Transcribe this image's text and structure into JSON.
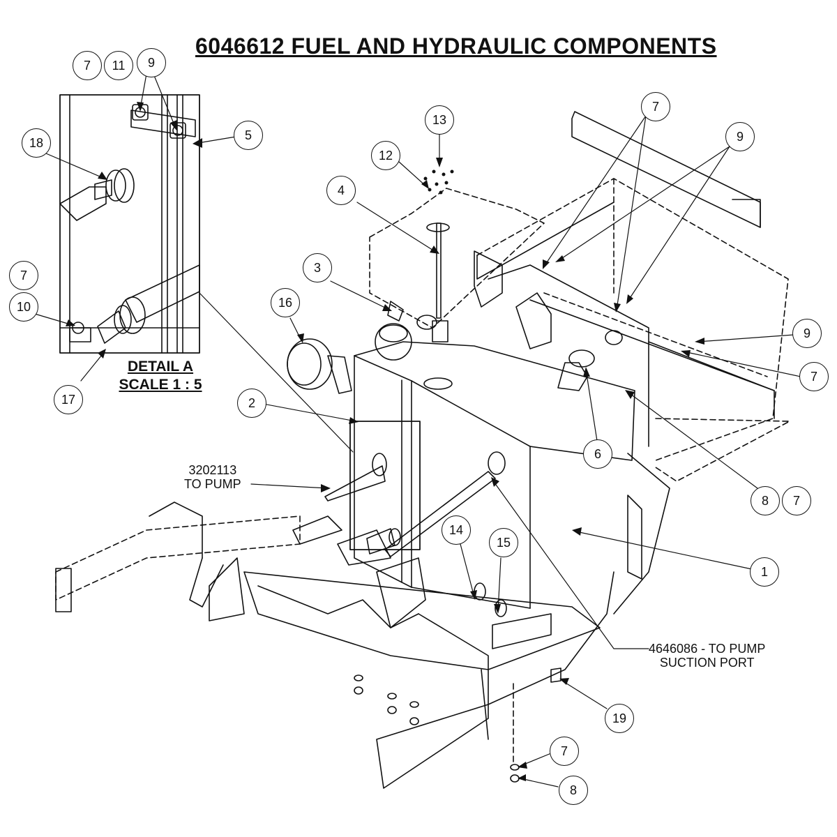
{
  "title": "6046612  FUEL AND HYDRAULIC COMPONENTS",
  "detail": {
    "line1": "DETAIL A",
    "line2": "SCALE 1 : 5"
  },
  "notes": [
    {
      "line1": "3202113",
      "line2": "TO PUMP"
    },
    {
      "line1": "4646086 - TO PUMP",
      "line2": "SUCTION PORT"
    }
  ],
  "callouts": [
    "7",
    "11",
    "9",
    "5",
    "18",
    "7",
    "10",
    "17",
    "2",
    "3",
    "16",
    "4",
    "12",
    "13",
    "7",
    "9",
    "9",
    "7",
    "6",
    "8",
    "7",
    "14",
    "15",
    "1",
    "19",
    "7",
    "8"
  ],
  "colors": {
    "ink": "#111111",
    "background": "#ffffff"
  }
}
